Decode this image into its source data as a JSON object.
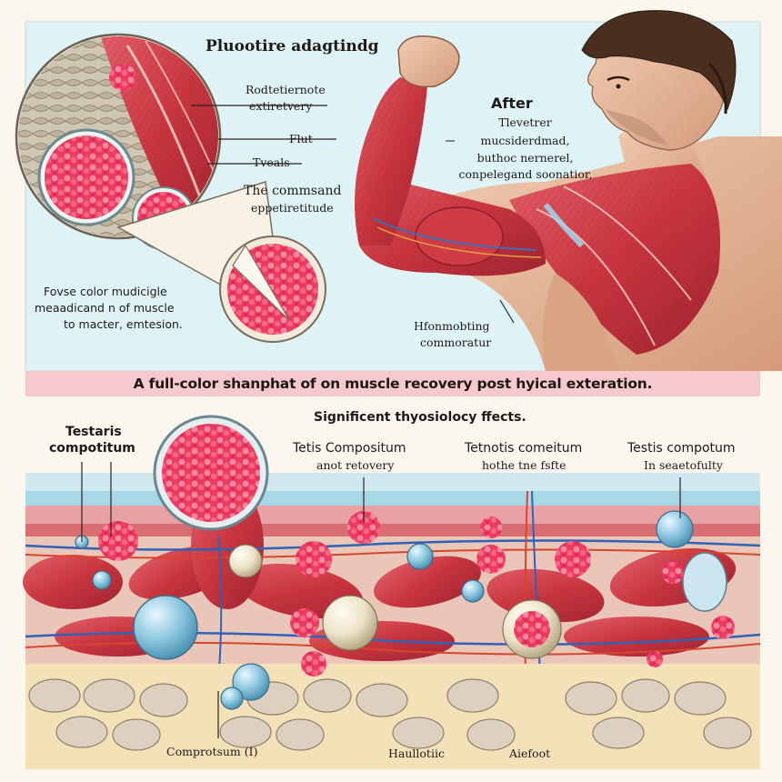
{
  "top_panel": {
    "heading": "Pluootire adagtindg",
    "label_a": "Rodtetiernote",
    "label_b": "extiretvery",
    "label_flut": "Flut",
    "label_tveals": "Tveals",
    "label_command_1": "The commsand",
    "label_command_2": "eppetiretitude",
    "left_note_1": "Fovse color mudicigle",
    "left_note_2": "meaadicand n of muscle",
    "left_note_3": "to macter, emtesion.",
    "after_title": "After",
    "after_1": "Tlevetrer",
    "after_2": "mucsiderdmad,",
    "after_3": "buthoc nernerel,",
    "after_4": "conpelegand soonatior,",
    "bottom_1": "Hfonmobting",
    "bottom_2": "commoratur"
  },
  "banner": {
    "text": "A full-color shanphat of on muscle recovery post hyical exteration."
  },
  "bottom_panel": {
    "heading": "Significent thyosiolocy ffects.",
    "col1_1": "Testaris",
    "col1_2": "compotitum",
    "col2_1": "Tetis Compositum",
    "col2_2": "anot retovery",
    "col3_1": "Tetnotis comeitum",
    "col3_2": "hothe tne fsfte",
    "col4_1": "Testis compotum",
    "col4_2": "In seaetofulty",
    "foot_1": "Comprotsum (I)",
    "foot_2": "Haullotiic",
    "foot_3": "Aiefoot"
  },
  "colors": {
    "sky": "#dff3f6",
    "banner": "#f6c9cf",
    "muscle": "#c8353f",
    "skin": "#e8b89a",
    "fat": "#f3e2b8",
    "tissue_pink": "#ef3f68",
    "cell_blue": "#8fc9e0"
  }
}
